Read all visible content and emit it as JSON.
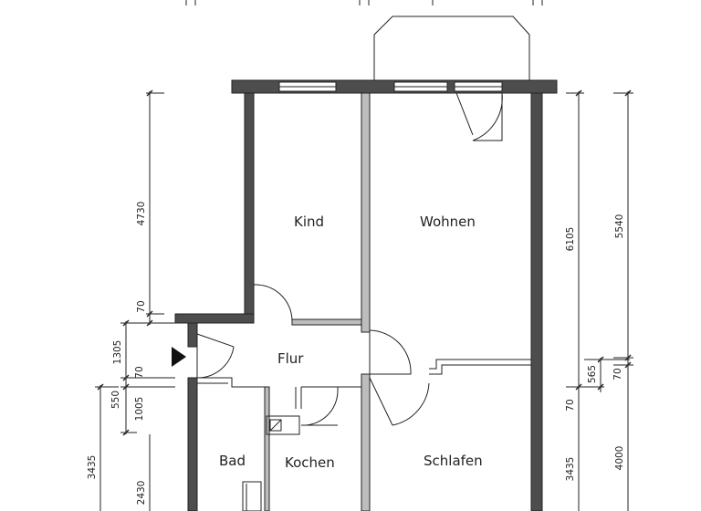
{
  "rooms": {
    "kind": "Kind",
    "wohnen": "Wohnen",
    "flur": "Flur",
    "bad": "Bad",
    "kochen": "Kochen",
    "schlafen": "Schlafen"
  },
  "dimensions": {
    "left_upper_1": "4730",
    "left_upper_2": "70",
    "left_mid_1": "1305",
    "left_mid_2": "70",
    "left_mid_3": "1005",
    "left_mid_4": "550",
    "left_lower_1": "3435",
    "left_lower_2": "2430",
    "right_inner_1": "6105",
    "right_inner_2": "565",
    "right_inner_3": "70",
    "right_inner_4": "3435",
    "right_outer_1": "5540",
    "right_outer_2": "70",
    "right_outer_3": "4000"
  },
  "colors": {
    "wall_dark": "#4d4d4d",
    "wall_light": "#bdbdbd",
    "line": "#222222"
  },
  "icons": [
    "entrance-arrow-icon",
    "stove-icon"
  ]
}
